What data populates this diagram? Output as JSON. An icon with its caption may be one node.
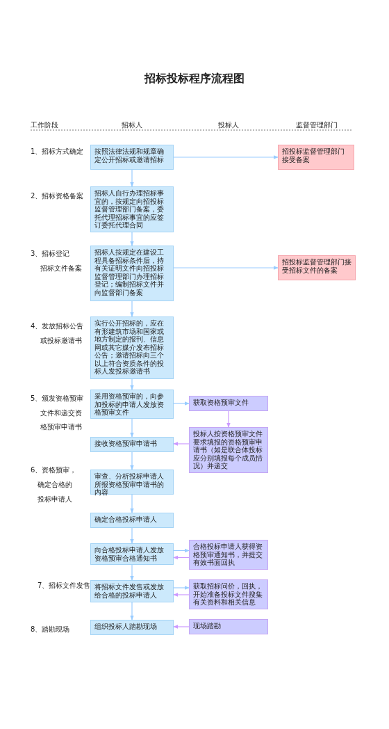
{
  "diagram": {
    "title": "招标投标程序流程图",
    "nodes": [
      {
        "text": [
          "按照法律法规和规章确定公开招标或邀请招标"
        ]
      },
      {
        "text": [
          "招投标监督管理部门接受备案"
        ]
      },
      {
        "text": [
          "招标人自行办理招标事宜的，按规定向招投标监督管理部门备案，委托代理招标事宜的应签订委托代理合同"
        ]
      },
      {
        "text": [
          "招标人按规定在建设工程具备招标条件后，持有关证明文件向招投标监督管理部门办理招标登记；编制招标文件并向监督部门备案"
        ]
      },
      {
        "text": [
          "招投标监督管理部门接受招标文件的备案"
        ]
      },
      {
        "text": [
          "实行公开招标的，应在有形建筑市场和国家或地方制定的报刊、信息网或其它媒介发布招标公告；邀请招标向三个以上符合资质条件的投标人发投标邀请书"
        ]
      },
      {
        "text": [
          "采用资格预审的，向参加投标的申请人发放资格预审文件"
        ]
      },
      {
        "text": [
          "获取资格预审文件"
        ]
      },
      {
        "text": [
          "投标人按资格预审文件要求填报的资格预审申请书（如是联合体投标应分别填报每个成员情况）并递交"
        ]
      },
      {
        "text": [
          "接收资格预审申请书"
        ]
      },
      {
        "text": [
          "审查、分析投标申请人所报资格预审申请书的内容"
        ]
      },
      {
        "text": [
          "确定合格投标申请人"
        ]
      },
      {
        "text": [
          "向合格投标申请人发放资格预审合格通知书"
        ]
      },
      {
        "text": [
          "合格投标申请人获得资格预审通知书，并提交有效书面回执"
        ]
      },
      {
        "text": [
          "将招标文件发售或发放给合格的投标申请人"
        ]
      },
      {
        "text": [
          "获取招标问价，回执，开始准备投标文件搜集有关资料和相关信息"
        ]
      },
      {
        "text": [
          "组织投标人踏勘现场"
        ]
      },
      {
        "text": [
          "现场踏勘"
        ]
      }
    ],
    "edges": [
      {
        "from": 0,
        "to": 1,
        "arrow": "to"
      },
      {
        "from": 0,
        "to": 2,
        "arrow": "to"
      },
      {
        "from": 2,
        "to": 3,
        "arrow": "to"
      },
      {
        "from": 3,
        "to": 4,
        "arrow": "to"
      },
      {
        "from": 3,
        "to": 5,
        "arrow": "to"
      },
      {
        "from": 5,
        "to": 6,
        "arrow": "to"
      },
      {
        "from": 6,
        "to": 7,
        "arrow": "to"
      },
      {
        "from": 7,
        "to": 8,
        "arrow": "to",
        "color": "#cc99ff"
      },
      {
        "from": 6,
        "to": 9,
        "arrow": "to"
      },
      {
        "from": 8,
        "to": 9,
        "arrow": "to",
        "color": "#cc99ff"
      },
      {
        "from": 9,
        "to": 10,
        "arrow": "to"
      },
      {
        "from": 10,
        "to": 11,
        "arrow": "to"
      },
      {
        "from": 11,
        "to": 12,
        "arrow": "to"
      },
      {
        "from": 12,
        "to": 13,
        "arrow": "to"
      },
      {
        "from": 13,
        "to": 12,
        "arrow": "to",
        "color": "#cc99ff"
      },
      {
        "from": 12,
        "to": 14,
        "arrow": "to"
      },
      {
        "from": 14,
        "to": 15,
        "arrow": "to"
      },
      {
        "from": 15,
        "to": 14,
        "arrow": "to",
        "color": "#cc99ff"
      },
      {
        "from": 14,
        "to": 16,
        "arrow": "to"
      },
      {
        "from": 17,
        "to": 16,
        "arrow": "to",
        "color": "#cc99ff"
      }
    ],
    "labels": [
      "工作阶段",
      "招标人",
      "投标人",
      "监督管理部门",
      "1、招标方式确定",
      "2、招标资格备案",
      "3、招标登记",
      "招标文件备案",
      "4、发放招标公告",
      "或投标邀请书",
      "5、颁发资格预审",
      "文件和递交资",
      "格预审申请书",
      "6、资格预审，",
      "确定合格的",
      "投标申请人",
      "7、招标文件发售",
      "8、踏勘现场"
    ]
  }
}
